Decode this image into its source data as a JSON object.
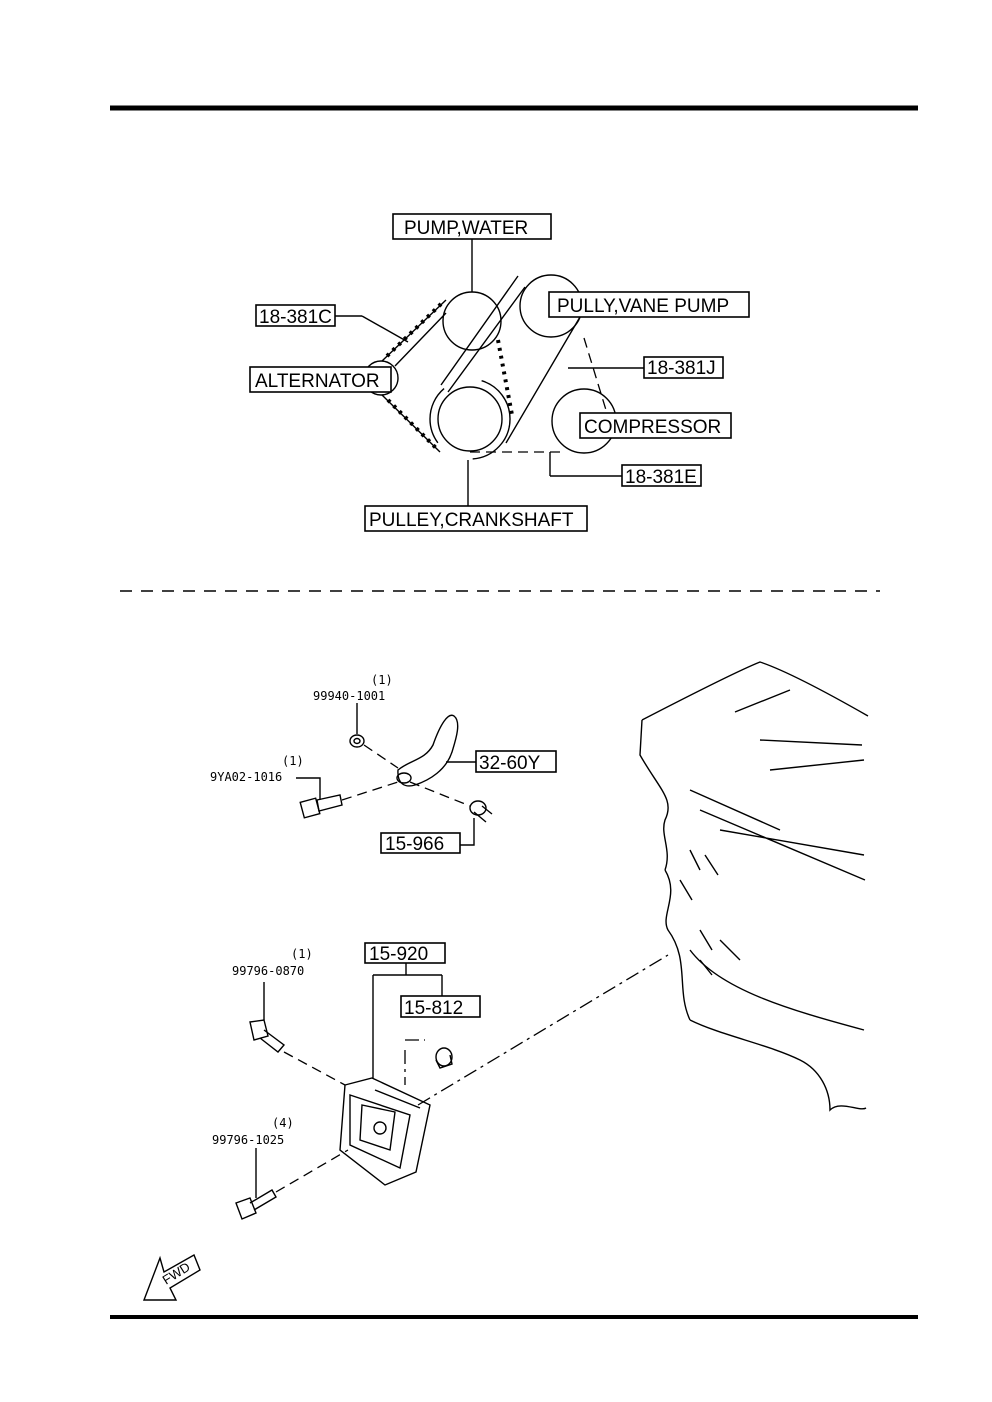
{
  "belt_diagram": {
    "components": {
      "pump_water": "PUMP,WATER",
      "pully_vane_pump": "PULLY,VANE PUMP",
      "alternator": "ALTERNATOR",
      "compressor": "COMPRESSOR",
      "pulley_crankshaft": "PULLEY,CRANKSHAFT"
    },
    "belts": {
      "b1": "18-381C",
      "b2": "18-381J",
      "b3": "18-381E"
    }
  },
  "parts_diagram": {
    "p1": {
      "part": "99940-1001",
      "qty": "(1)"
    },
    "p2": {
      "part": "9YA02-1016",
      "qty": "(1)"
    },
    "p3": {
      "part": "32-60Y"
    },
    "p4": {
      "part": "15-966"
    },
    "p5": {
      "part": "99796-0870",
      "qty": "(1)"
    },
    "p6": {
      "part": "15-920"
    },
    "p7": {
      "part": "15-812"
    },
    "p8": {
      "part": "99796-1025",
      "qty": "(4)"
    }
  },
  "fwd_arrow": {
    "label": "FWD"
  }
}
